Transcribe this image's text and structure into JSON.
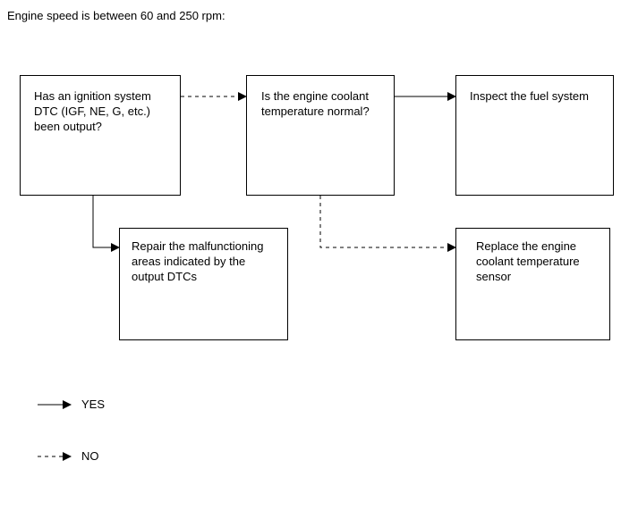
{
  "header": {
    "text": "Engine speed is between 60 and 250 rpm:"
  },
  "nodes": {
    "ignition_dtc": {
      "text": "Has an ignition system\nDTC (IGF, NE, G, etc.)\nbeen output?"
    },
    "coolant_temp": {
      "text": "Is the engine coolant\ntemperature normal?"
    },
    "inspect_fuel": {
      "text": "Inspect the fuel system"
    },
    "repair_areas": {
      "text": "Repair the malfunctioning\nareas indicated by the\noutput DTCs"
    },
    "replace_sensor": {
      "text": "Replace the engine\ncoolant temperature\nsensor"
    }
  },
  "legend": {
    "yes": {
      "label": "YES"
    },
    "no": {
      "label": "NO"
    }
  }
}
